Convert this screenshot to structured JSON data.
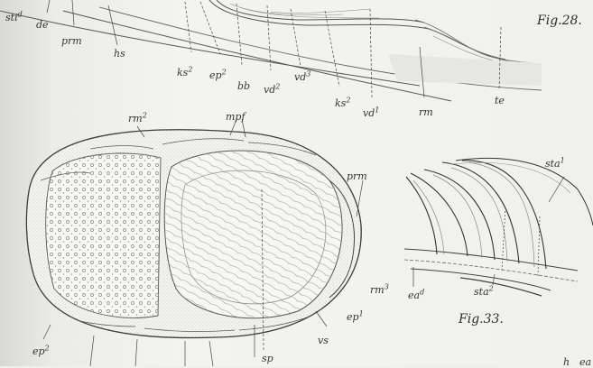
{
  "figures": {
    "fig28": {
      "caption": "Fig.28.",
      "labels": [
        {
          "base": "sti",
          "sup": "d"
        },
        {
          "base": "de",
          "sup": ""
        },
        {
          "base": "prm",
          "sup": ""
        },
        {
          "base": "hs",
          "sup": ""
        },
        {
          "base": "ks",
          "sup": "2"
        },
        {
          "base": "ep",
          "sup": "2"
        },
        {
          "base": "bb",
          "sup": ""
        },
        {
          "base": "vd",
          "sup": "2"
        },
        {
          "base": "vd",
          "sup": "3"
        },
        {
          "base": "ks",
          "sup": "2"
        },
        {
          "base": "vd",
          "sup": "1"
        },
        {
          "base": "rm",
          "sup": ""
        },
        {
          "base": "te",
          "sup": ""
        }
      ]
    },
    "cross_section": {
      "labels": [
        {
          "base": "rm",
          "sup": "2"
        },
        {
          "base": "mpf",
          "sup": ""
        },
        {
          "base": "prm",
          "sup": ""
        },
        {
          "base": "rm",
          "sup": "3"
        },
        {
          "base": "ep",
          "sup": "1"
        },
        {
          "base": "vs",
          "sup": ""
        },
        {
          "base": "sp",
          "sup": ""
        },
        {
          "base": "ep",
          "sup": "2"
        }
      ]
    },
    "fig33": {
      "caption": "Fig.33.",
      "labels": [
        {
          "base": "sta",
          "sup": "1"
        },
        {
          "base": "ea",
          "sup": "d"
        },
        {
          "base": "sta",
          "sup": "2"
        }
      ]
    },
    "corner_marks": [
      {
        "base": "h",
        "sup": ""
      },
      {
        "base": "ea",
        "sup": ""
      }
    ]
  }
}
